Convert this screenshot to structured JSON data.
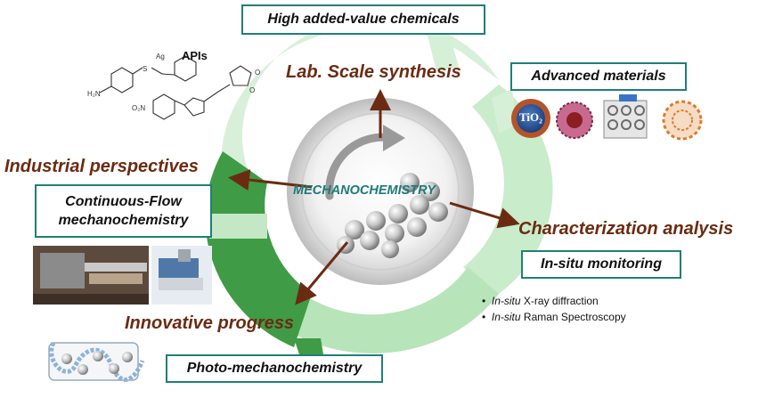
{
  "title_box": "High added-value chemicals",
  "labels": {
    "lab_scale": "Lab. Scale synthesis",
    "industrial": "Industrial perspectives",
    "characterization": "Characterization analysis",
    "innovative": "Innovative progress"
  },
  "center_label": "MECHANOCHEMISTRY",
  "boxes": {
    "advanced_materials": "Advanced materials",
    "continuous_flow_line1": "Continuous-Flow",
    "continuous_flow_line2": "mechanochemistry",
    "in_situ_monitoring": "In-situ monitoring",
    "photo": "Photo-mechanochemistry"
  },
  "apis_label": "APIs",
  "tio2_label": "TiO₂",
  "bullets": [
    {
      "italic": "In-situ",
      "rest": " X-ray diffraction"
    },
    {
      "italic": "In-situ",
      "rest": " Raman Spectroscopy"
    }
  ],
  "colors": {
    "teal_border": "#1f7f77",
    "brown_text": "#6b2b12",
    "center_text": "#1d7a78",
    "ring_dark": "#3f9b45",
    "ring_light": "#d6f0d7"
  }
}
